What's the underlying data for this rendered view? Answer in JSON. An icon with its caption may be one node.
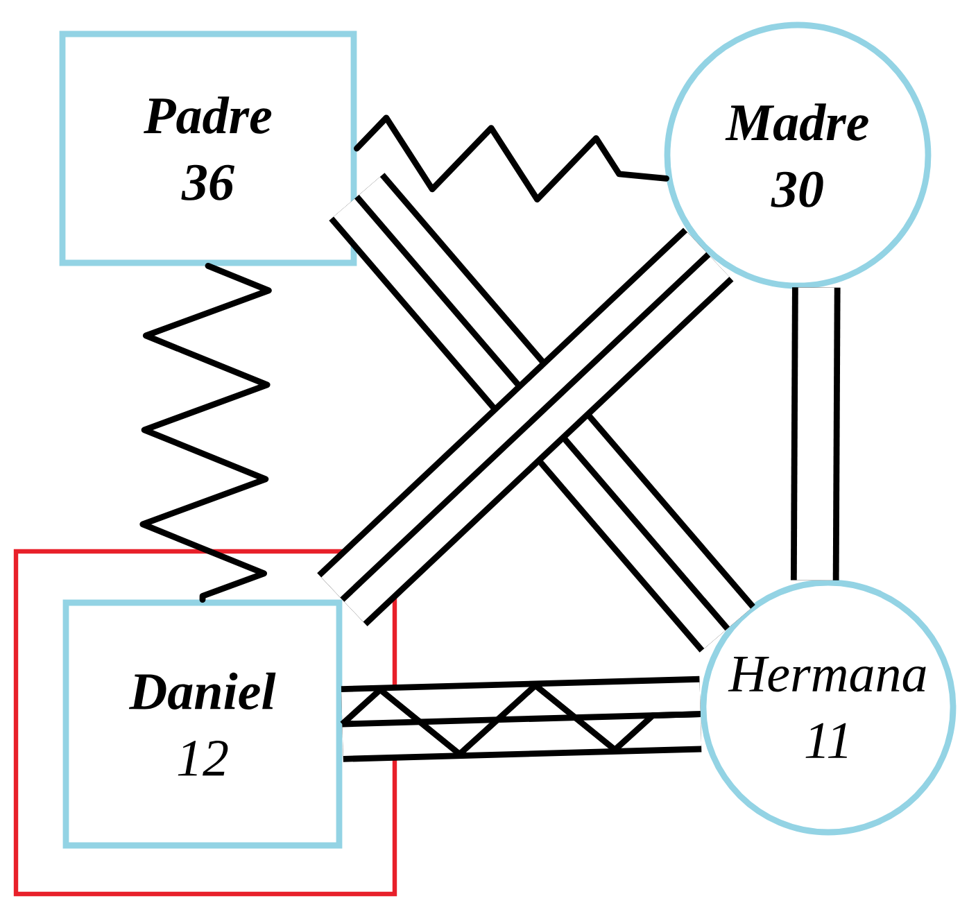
{
  "diagram": {
    "nodes": [
      {
        "text": [
          "Padre",
          "36"
        ]
      },
      {
        "text": [
          "Madre",
          "30"
        ]
      },
      {
        "text": [],
        "shape": "box"
      },
      {
        "text": [
          "Daniel",
          "12"
        ],
        "in": 2
      },
      {
        "text": [
          "Hermana",
          "11"
        ]
      }
    ],
    "edges": [
      {
        "from": 0,
        "to": 1,
        "arrow": "none"
      },
      {
        "from": 0,
        "to": 3,
        "arrow": "none"
      },
      {
        "from": 0,
        "to": 4,
        "arrow": "none",
        "style": "thick"
      },
      {
        "from": 1,
        "to": 3,
        "arrow": "none",
        "style": "thick"
      },
      {
        "from": 1,
        "to": 4,
        "arrow": "none",
        "style": "thick"
      },
      {
        "from": 3,
        "to": 4,
        "arrow": "none"
      }
    ]
  }
}
